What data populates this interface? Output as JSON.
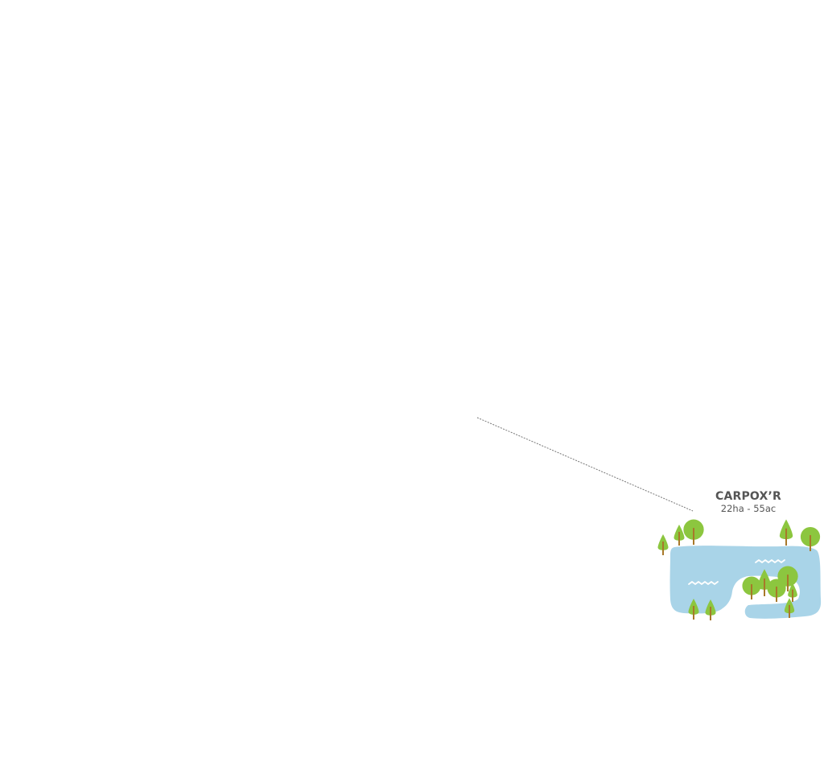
{
  "map": {
    "background_color": "#ffffff",
    "colors": {
      "water": "#a9d4e8",
      "wave": "#ffffff",
      "tree_canopy": "#8cc63f",
      "tree_trunk": "#a8782a",
      "leader_line": "#777777",
      "label_text": "#555555"
    },
    "lakes": [
      {
        "id": "carpoxr",
        "name": "CARPOX’R",
        "area_label": "22ha - 55ac",
        "area_ha": 22,
        "area_ac": 55
      }
    ],
    "icons": {
      "tree_round": "round-tree-icon",
      "tree_conifer": "conifer-tree-icon",
      "wave": "wave-icon"
    }
  }
}
